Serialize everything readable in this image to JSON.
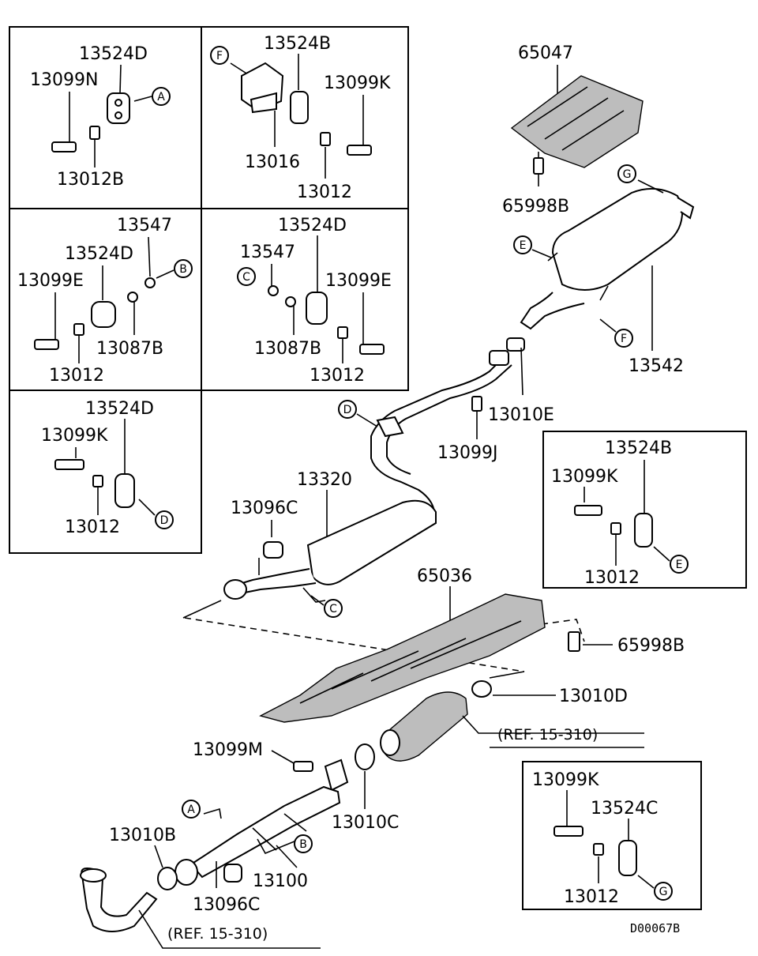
{
  "labels": {
    "p13524D_a": "13524D",
    "p13099N": "13099N",
    "p13012B": "13012B",
    "p13524B_a": "13524B",
    "p13099K_a": "13099K",
    "p13016": "13016",
    "p13012_a": "13012",
    "p13547_a": "13547",
    "p13524D_b": "13524D",
    "p13099E_a": "13099E",
    "p13087B_a": "13087B",
    "p13012_b": "13012",
    "p13524D_c": "13524D",
    "p13547_b": "13547",
    "p13099E_b": "13099E",
    "p13087B_b": "13087B",
    "p13012_c": "13012",
    "p13524D_d": "13524D",
    "p13099K_b": "13099K",
    "p13012_d": "13012",
    "p65047": "65047",
    "p65998B_a": "65998B",
    "p13542": "13542",
    "p13010E": "13010E",
    "p13099J": "13099J",
    "p13320": "13320",
    "p13096C_a": "13096C",
    "p13524B_b": "13524B",
    "p13099K_c": "13099K",
    "p13012_e": "13012",
    "p65036": "65036",
    "p65998B_b": "65998B",
    "p13010D": "13010D",
    "ref_a": "(REF. 15-310)",
    "p13099M": "13099M",
    "p13010C": "13010C",
    "p13010B": "13010B",
    "p13100": "13100",
    "p13096C_b": "13096C",
    "ref_b": "(REF. 15-310)",
    "p13099K_d": "13099K",
    "p13524C": "13524C",
    "p13012_f": "13012",
    "diagram_code": "D00067B"
  },
  "callouts": {
    "A": "A",
    "B": "B",
    "C": "C",
    "D": "D",
    "E": "E",
    "F": "F",
    "G": "G"
  }
}
